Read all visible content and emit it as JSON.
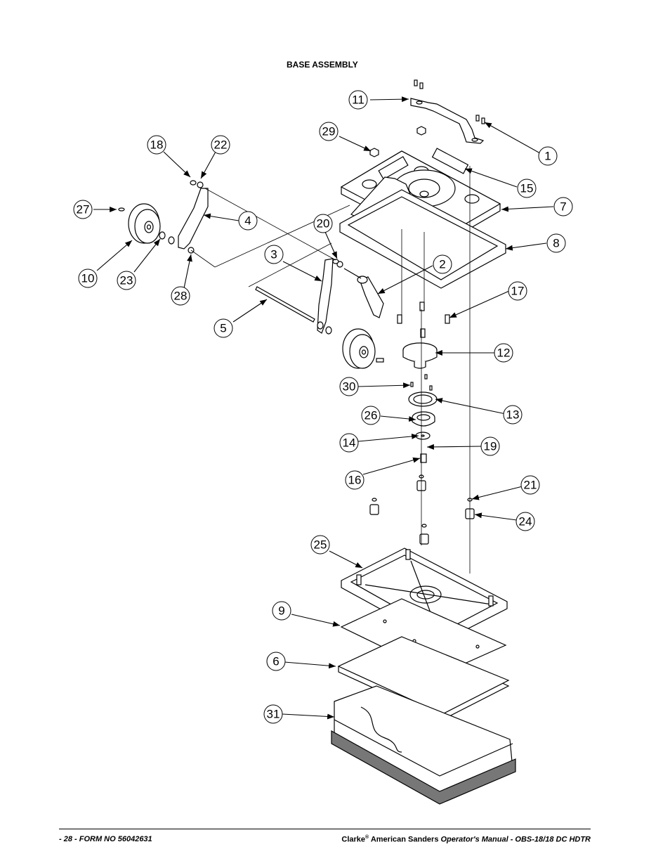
{
  "header": {
    "title": "BASE ASSEMBLY"
  },
  "callouts": {
    "c1": "1",
    "c2": "2",
    "c3": "3",
    "c4": "4",
    "c5": "5",
    "c6": "6",
    "c7": "7",
    "c8": "8",
    "c9": "9",
    "c10": "10",
    "c11": "11",
    "c12": "12",
    "c13": "13",
    "c14": "14",
    "c15": "15",
    "c16": "16",
    "c17": "17",
    "c18": "18",
    "c19": "19",
    "c20": "20",
    "c21": "21",
    "c22": "22",
    "c23": "23",
    "c24": "24",
    "c25": "25",
    "c26": "26",
    "c27": "27",
    "c28": "28",
    "c29": "29",
    "c30": "30",
    "c31": "31"
  },
  "footer": {
    "left": "- 28 - FORM NO 56042631",
    "brand": "Clarke",
    "brand_mark": "®",
    "company": " American Sanders ",
    "manual": "Operator's Manual - OBS-18/18 DC HDTR"
  }
}
